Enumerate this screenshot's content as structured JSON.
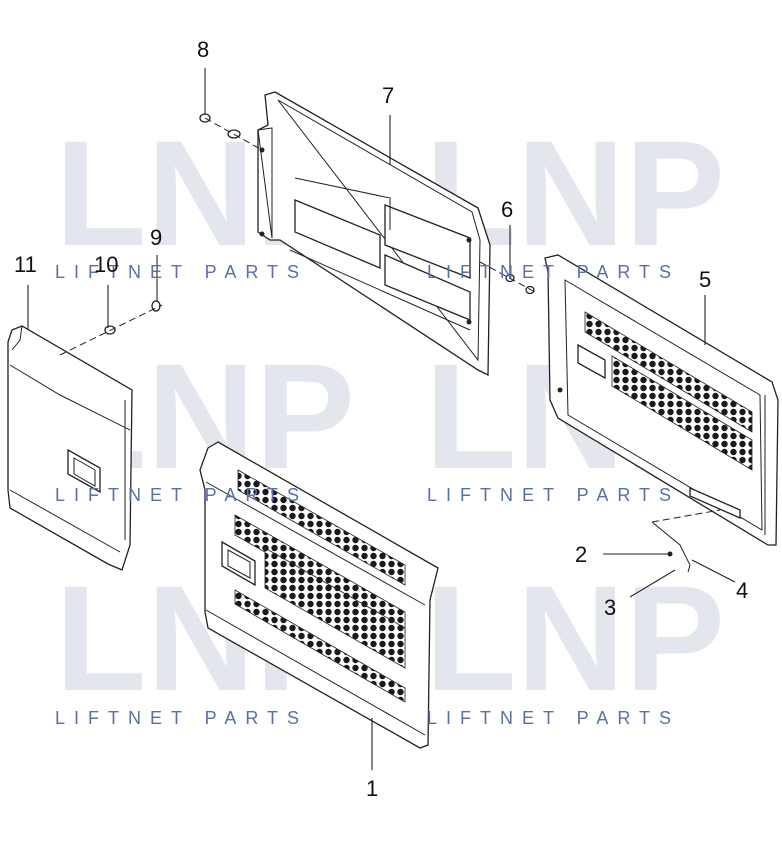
{
  "watermark": {
    "logo_text": "LNP",
    "caption": "LIFTNET PARTS"
  },
  "callouts": {
    "c1": "1",
    "c2": "2",
    "c3": "3",
    "c4": "4",
    "c5": "5",
    "c6": "6",
    "c7": "7",
    "c8": "8",
    "c9": "9",
    "c10": "10",
    "c11": "11"
  },
  "colors": {
    "watermark_logo": "#dfe2ea",
    "watermark_text": "#5a6fa8",
    "line_art": "#222222"
  }
}
